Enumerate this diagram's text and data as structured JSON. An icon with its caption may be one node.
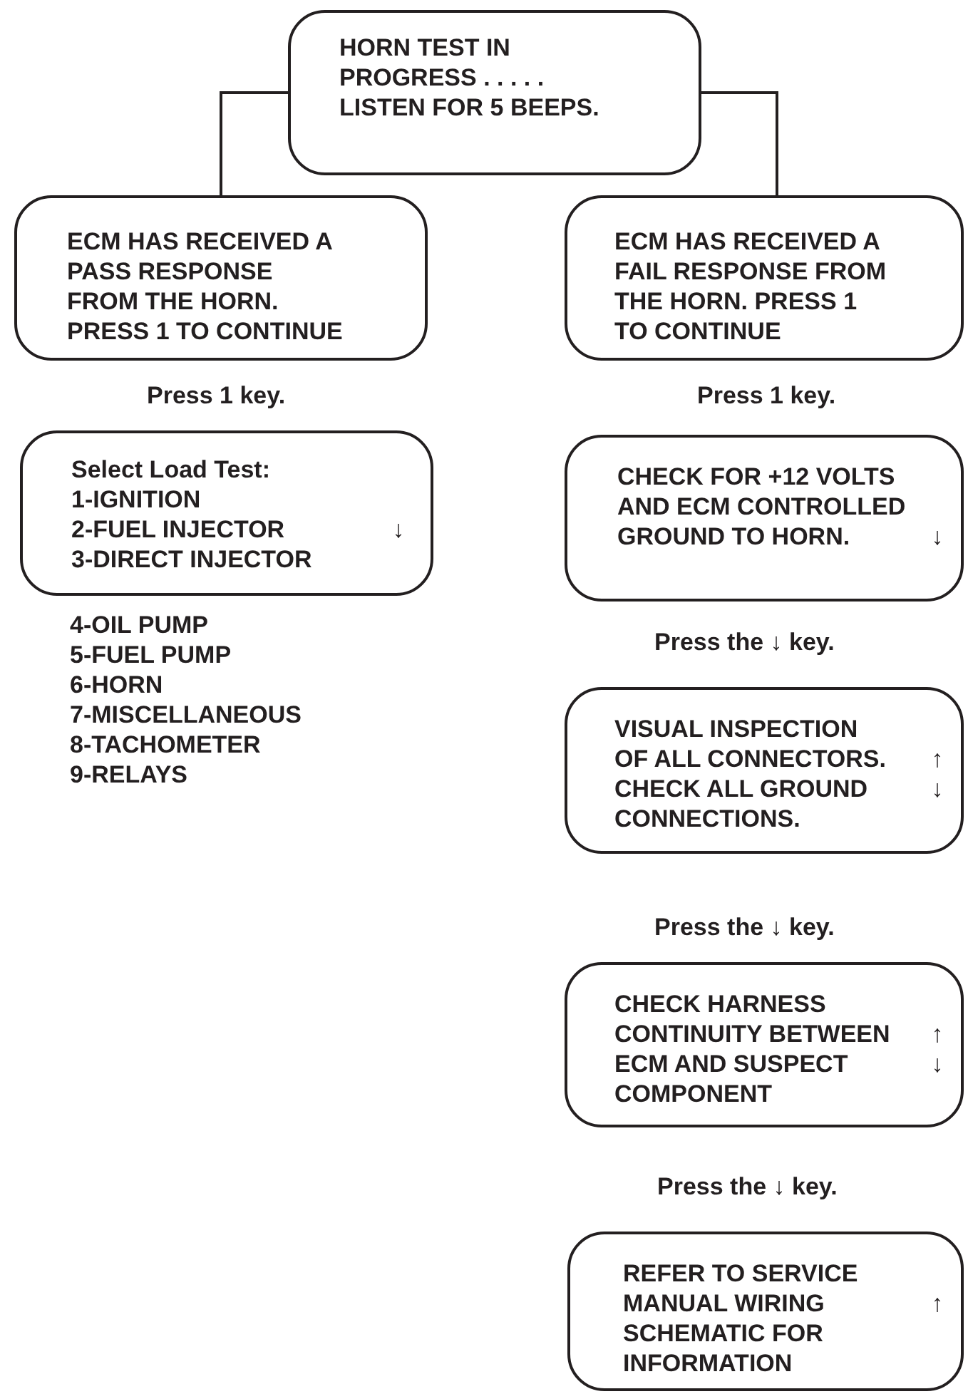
{
  "diagram": {
    "nodes": [
      {
        "text": [
          "HORN TEST IN PROGRESS . . . . . LISTEN FOR 5 BEEPS."
        ]
      },
      {
        "text": [
          "ECM HAS RECEIVED A PASS RESPONSE FROM THE HORN. PRESS 1 TO CONTINUE"
        ]
      },
      {
        "text": [
          "ECM HAS RECEIVED A FAIL RESPONSE FROM THE HORN. PRESS 1 TO CONTINUE"
        ]
      },
      {
        "text": [
          "Select Load Test: 1-IGNITION 2-FUEL INJECTOR 3-DIRECT INJECTOR",
          "↓"
        ],
        "beside": [
          "4-OIL PUMP",
          "5-FUEL PUMP",
          "6-HORN",
          "7-MISCELLANEOUS",
          "8-TACHOMETER",
          "9-RELAYS"
        ]
      },
      {
        "text": [
          "CHECK FOR +12 VOLTS AND ECM CONTROLLED GROUND TO HORN.",
          "↓"
        ]
      },
      {
        "text": [
          "VISUAL INSPECTION OF ALL CONNECTORS. CHECK ALL GROUND CONNECTIONS.",
          "↑ ↓"
        ]
      },
      {
        "text": [
          "CHECK HARNESS CONTINUITY BETWEEN ECM AND SUSPECT COMPONENT",
          "↑ ↓"
        ]
      },
      {
        "text": [
          "REFER TO SERVICE MANUAL WIRING SCHEMATIC FOR INFORMATION",
          "↑"
        ]
      }
    ],
    "edges": [
      {
        "from": 0,
        "to": 1,
        "arrow": "none"
      },
      {
        "from": 0,
        "to": 2,
        "arrow": "none"
      }
    ],
    "labels": [
      "Press 1 key.",
      "Press 1 key.",
      "Press the ↓ key.",
      "Press the ↓ key.",
      "Press the ↓ key."
    ]
  }
}
